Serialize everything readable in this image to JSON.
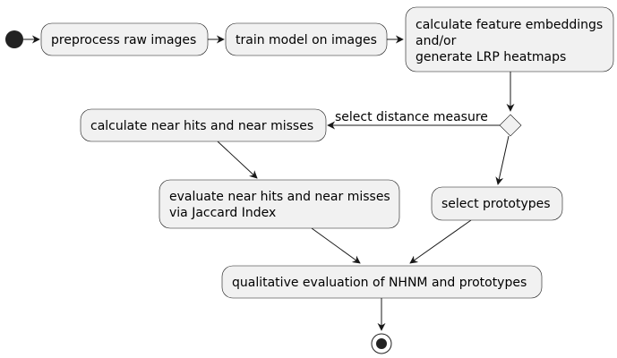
{
  "nodes": {
    "preprocess": {
      "lines": [
        "preprocess raw images"
      ]
    },
    "train": {
      "lines": [
        "train model on images"
      ]
    },
    "features": {
      "lines": [
        "calculate feature embeddings",
        "and/or",
        "generate LRP heatmaps"
      ]
    },
    "near": {
      "lines": [
        "calculate near hits and near misses"
      ]
    },
    "evaluate": {
      "lines": [
        "evaluate near hits and near misses",
        "via Jaccard Index"
      ]
    },
    "prototypes": {
      "lines": [
        "select prototypes"
      ]
    },
    "qualitative": {
      "lines": [
        "qualitative evaluation of NHNM and prototypes"
      ]
    }
  },
  "edge_labels": {
    "distance": "select distance measure"
  }
}
